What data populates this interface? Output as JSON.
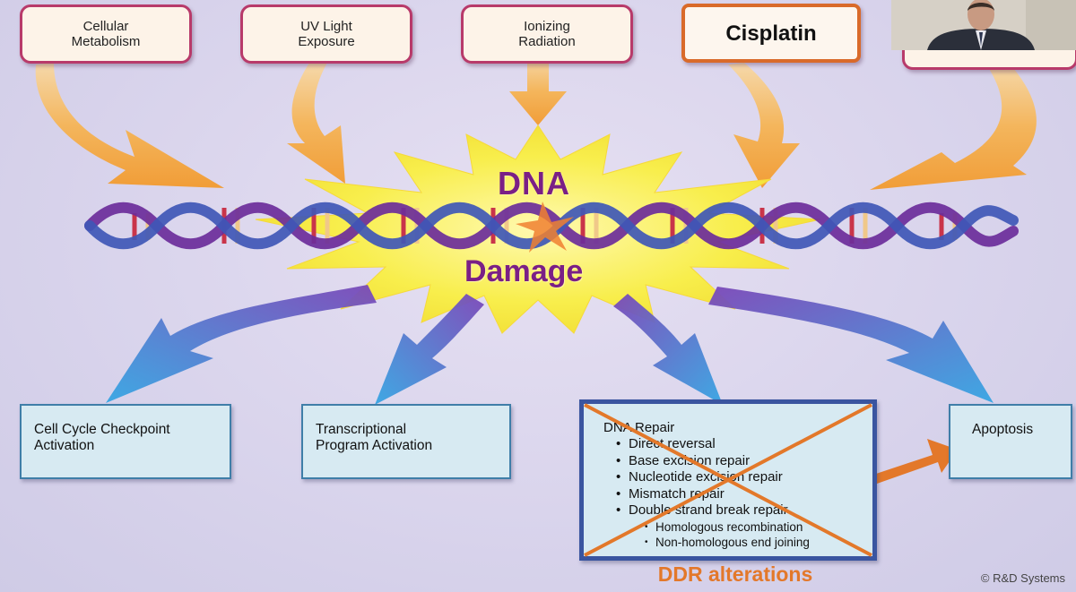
{
  "sources": [
    {
      "label": "Cellular\nMetabolism"
    },
    {
      "label": "UV Light\nExposure"
    },
    {
      "label": "Ionizing\nRadiation"
    },
    {
      "label": "Cisplatin"
    }
  ],
  "center": {
    "line1": "DNA",
    "line2": "Damage"
  },
  "outcomes": [
    {
      "label": "Cell Cycle Checkpoint\nActivation"
    },
    {
      "label": "Transcriptional\nProgram Activation"
    },
    {
      "label": "Apoptosis"
    }
  ],
  "repair": {
    "title": "DNA Repair",
    "items": [
      "Direct reversal",
      "Base excision repair",
      "Nucleotide excision repair",
      "Mismatch repair",
      "Double strand break repair"
    ],
    "subitems": [
      "Homologous recombination",
      "Non-homologous end joining"
    ],
    "crossed_out": true,
    "cross_color": "#e3782a"
  },
  "ddr_label": "DDR alterations",
  "copyright": "© R&D Systems",
  "colors": {
    "source_border": "#b83a6a",
    "cisplatin_border": "#d96a2a",
    "arrow_warm": "#f4a43c",
    "arrow_cool": "#2f7fd0",
    "burst": "#fbf25a",
    "dna_purple": "#7a1f86"
  }
}
